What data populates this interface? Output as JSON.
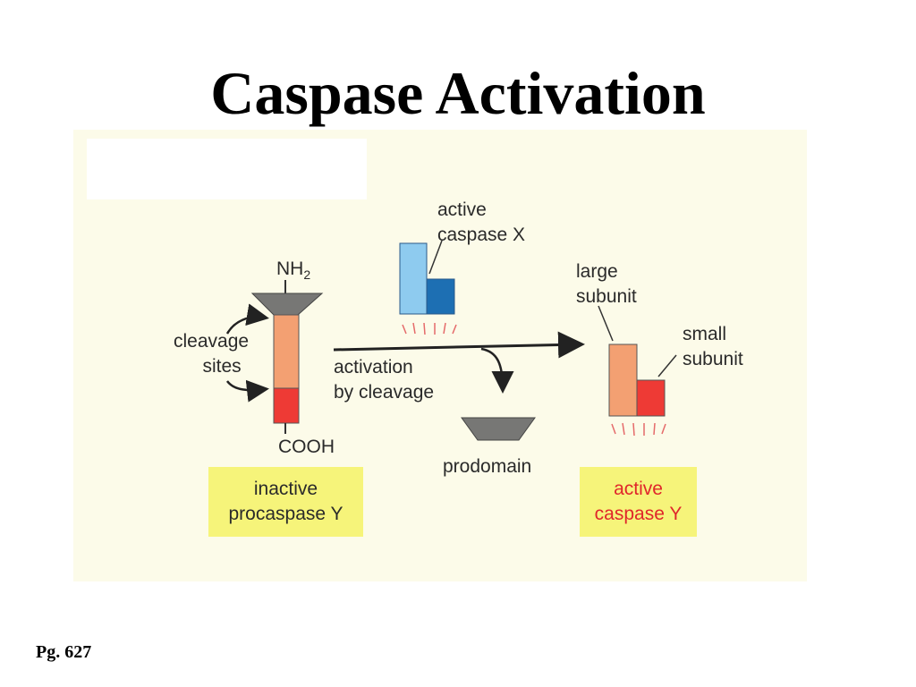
{
  "slide": {
    "title": "Caspase Activation",
    "page": "Pg. 627"
  },
  "diagram": {
    "nh2": "NH",
    "nh2_sub": "2",
    "cooh": "COOH",
    "cleavage_sites": [
      "cleavage",
      "sites"
    ],
    "activation_by_cleavage": [
      "activation",
      "by cleavage"
    ],
    "active_caspase_x": [
      "active",
      "caspase X"
    ],
    "large_subunit": [
      "large",
      "subunit"
    ],
    "small_subunit": [
      "small",
      "subunit"
    ],
    "prodomain": "prodomain",
    "inactive_procaspase_y": [
      "inactive",
      "procaspase Y"
    ],
    "active_caspase_y": [
      "active",
      "caspase Y"
    ]
  },
  "colors": {
    "background": "#fcfbe9",
    "label_box": "#f6f47a",
    "large_subunit": "#f3a072",
    "small_subunit": "#ee3a35",
    "caspase_x_large": "#8ecbef",
    "caspase_x_small": "#1d6fb3",
    "prodomain": "#7a7a78",
    "active_text": "#e0262b"
  }
}
